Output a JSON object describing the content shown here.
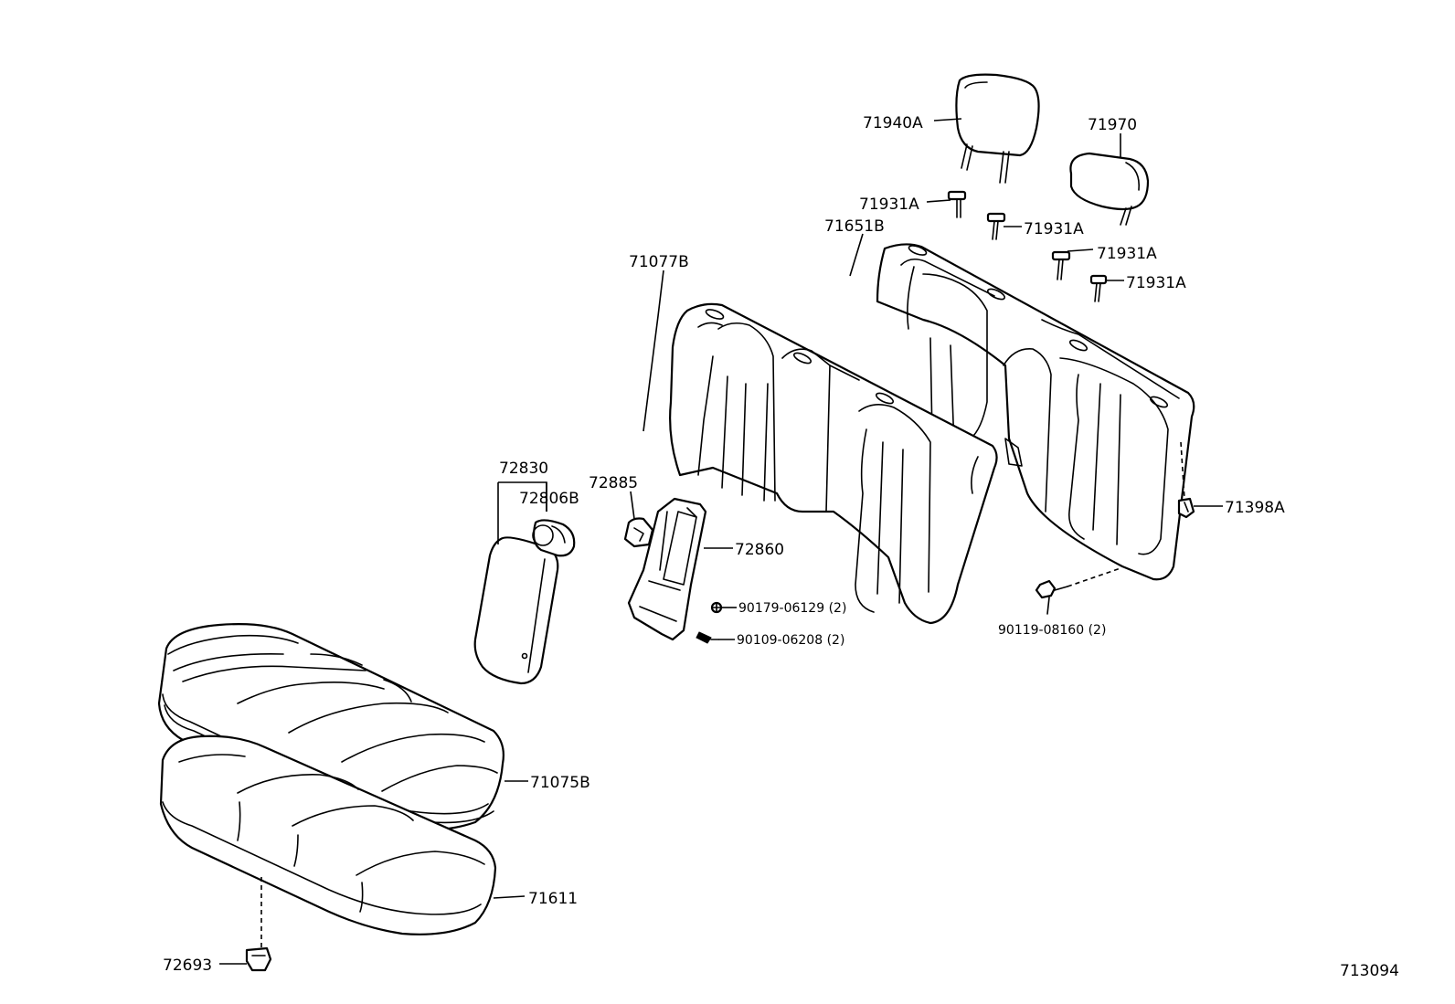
{
  "diagram_id": "713094",
  "labels": {
    "headrest_left": "71940A",
    "headrest_right": "71970",
    "support_1": "71931A",
    "support_2": "71931A",
    "support_3": "71931A",
    "support_4": "71931A",
    "back_cover_right": "71651B",
    "back_cover_left": "71077B",
    "armrest_assy": "72830",
    "cup_holder": "72806B",
    "armrest_hinge": "72885",
    "armrest_bracket": "72860",
    "screw_1": "90179-06129 (2)",
    "screw_2": "90109-06208 (2)",
    "bolt": "90119-08160 (2)",
    "clip_back": "71398A",
    "cushion_cover": "71075B",
    "cushion_pad": "71611",
    "clip_cushion": "72693"
  }
}
